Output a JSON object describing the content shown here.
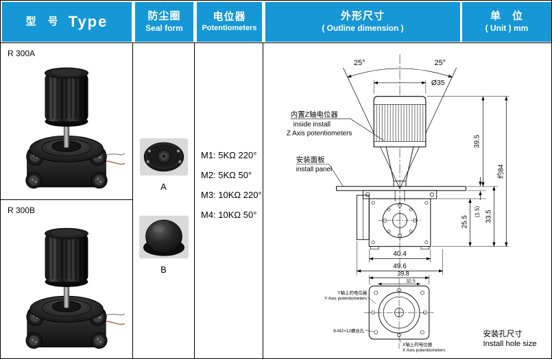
{
  "colors": {
    "header_blue": "#1697d6",
    "line": "#000000"
  },
  "header": {
    "type": {
      "cn": "型　号",
      "en": "Type"
    },
    "seal": {
      "cn": "防尘圈",
      "en": "Seal form"
    },
    "pot": {
      "cn": "电位器",
      "en": "Potentiometers"
    },
    "outline": {
      "cn": "外形尺寸",
      "en": "( Outline dimension )"
    },
    "unit": {
      "cn": "单　位",
      "en": "( Unit ) mm"
    }
  },
  "models": {
    "a": "R 300A",
    "b": "R 300B"
  },
  "seal": {
    "a": "A",
    "b": "B"
  },
  "pot": {
    "items": [
      "M1: 5KΩ  220°",
      "M2: 5KΩ  50°",
      "M3: 10KΩ  220°",
      "M4: 10KΩ  50°"
    ]
  },
  "drawing": {
    "angle_left": "25°",
    "angle_right": "25°",
    "diameter": "Ø35",
    "z_cn": "内置Z轴电位器",
    "z_en1": "inside install",
    "z_en2": "Z Axis potentiometers",
    "panel_cn": "安装面板",
    "panel_en": "install panel",
    "d39_5": "39.5",
    "d84": "约84",
    "d33_5": "33.5",
    "d1_5": "(1.5)",
    "d25_5": "25.5",
    "d40_4": "40.4",
    "d49_6": "49.6"
  },
  "hole": {
    "d39_8": "39.8",
    "d32_5": "32.5",
    "y_cn": "Y轴上的电位器",
    "y_en": "Y Axis potentiometers",
    "screw": "8-M2×12螺丝孔",
    "x_cn": "X轴上的电位器",
    "x_en": "X Axis potentiometers",
    "title_cn": "安装孔尺寸",
    "title_en": "Install hole size"
  }
}
